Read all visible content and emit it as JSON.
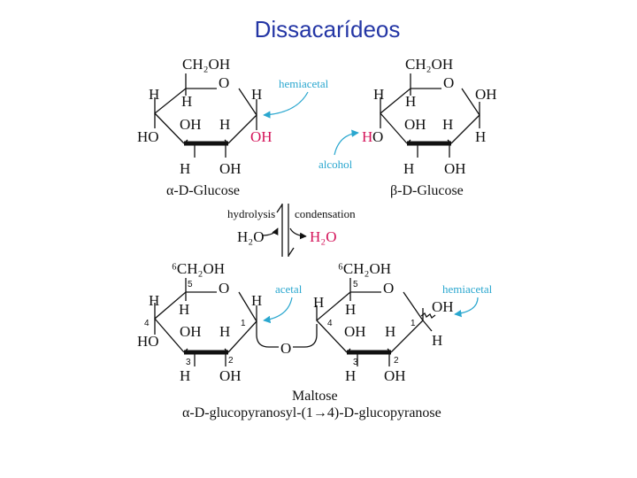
{
  "title": "Dissacarídeos",
  "top": {
    "alpha": {
      "ch2oh": "CH₂OH",
      "o": "O",
      "h_c5": "H",
      "h_c4": "H",
      "h_c1": "H",
      "ho": "HO",
      "oh_c3": "OH",
      "h_c3": "H",
      "oh_c1": "OH",
      "h_c2": "H",
      "oh_c2": "OH",
      "name": "α-D-Glucose"
    },
    "beta": {
      "ch2oh": "CH₂OH",
      "o": "O",
      "oh_c1": "OH",
      "h_c5": "H",
      "h_c4": "H",
      "ho_h": "H",
      "ho_o": "O",
      "oh_c3": "OH",
      "h_c3": "H",
      "h_c1": "H",
      "h_c2": "H",
      "oh_c2": "OH",
      "name": "β-D-Glucose"
    },
    "hemiacetal": "hemiacetal",
    "alcohol": "alcohol"
  },
  "reaction": {
    "hydrolysis": "hydrolysis",
    "condensation": "condensation",
    "water_left": "H₂O",
    "water_right": "H₂O"
  },
  "maltose": {
    "left": {
      "ch2oh": "⁶CH₂OH",
      "o": "O",
      "h_c5": "H",
      "h_c4": "H",
      "h_c1": "H",
      "ho": "HO",
      "oh_c3": "OH",
      "h_c3": "H",
      "h_c2": "H",
      "oh_c2": "OH",
      "n5": "5",
      "n4": "4",
      "n1": "1",
      "n3": "3",
      "n2": "2"
    },
    "right": {
      "ch2oh": "⁶CH₂OH",
      "o": "O",
      "h_c5": "H",
      "h_c4": "H",
      "oh_c1": "OH",
      "h_c1": "H",
      "oh_c3": "OH",
      "h_c3": "H",
      "h_c2": "H",
      "oh_c2": "OH",
      "n5": "5",
      "n4": "4",
      "n1": "1",
      "n3": "3",
      "n2": "2"
    },
    "bridge_o": "O",
    "acetal": "acetal",
    "hemiacetal": "hemiacetal",
    "name": "Maltose",
    "systematic": "α-D-glucopyranosyl-(1→4)-D-glucopyranose"
  }
}
